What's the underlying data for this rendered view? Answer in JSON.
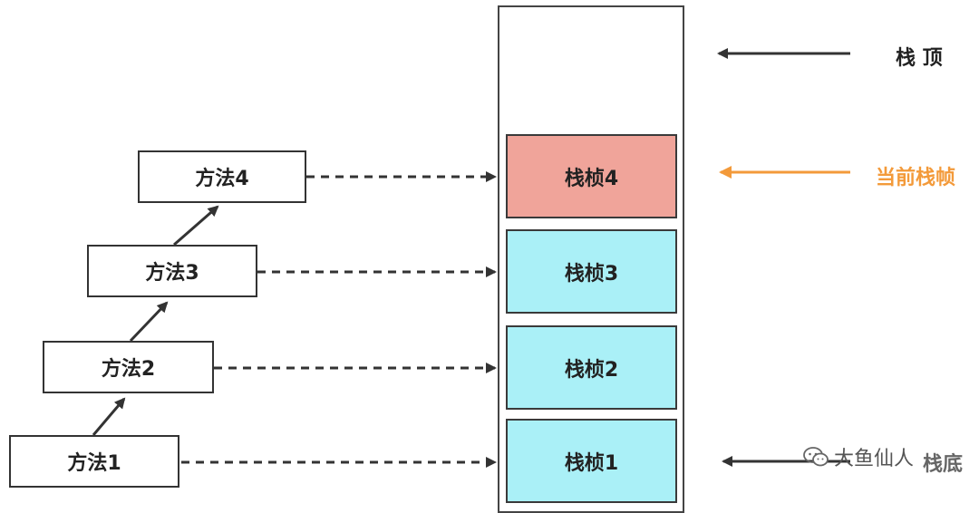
{
  "methods": [
    "方法1",
    "方法2",
    "方法3",
    "方法4"
  ],
  "frames": [
    "栈桢1",
    "栈桢2",
    "栈桢3",
    "栈桢4"
  ],
  "labels": {
    "top": "栈 顶",
    "current": "当前栈帧",
    "bottom": "栈底"
  },
  "watermark": "大鱼仙人",
  "colors": {
    "current_frame": "#f0a49a",
    "frame": "#aaf0f7",
    "current_label": "#f39a3a",
    "arrow": "#333333"
  }
}
